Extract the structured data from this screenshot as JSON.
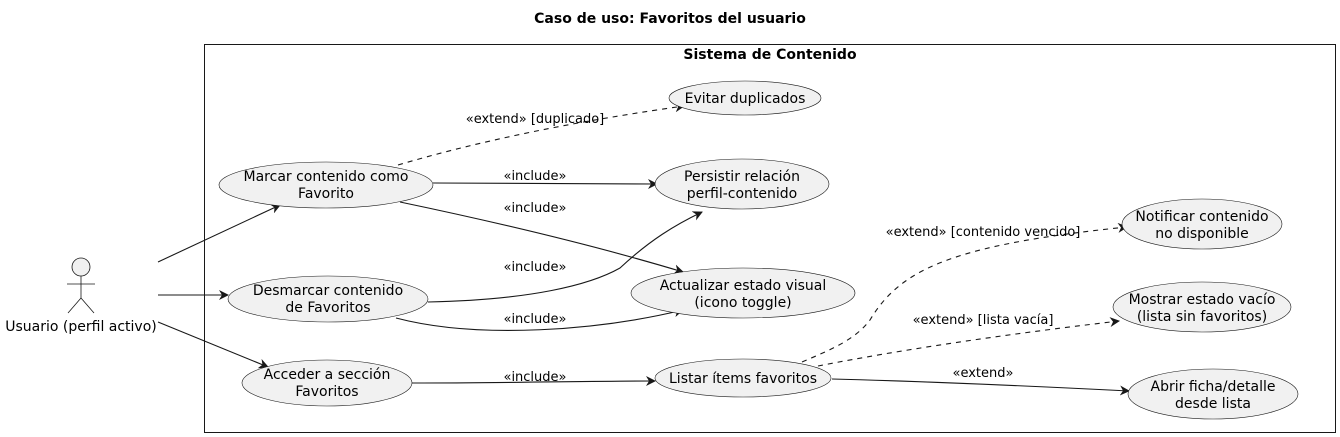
{
  "diagram": {
    "title": "Caso de uso: Favoritos del usuario",
    "system_title": "Sistema de Contenido",
    "actor": {
      "label": "Usuario (perfil activo)"
    },
    "use_cases": {
      "marcar": [
        "Marcar contenido como",
        "Favorito"
      ],
      "desmarcar": [
        "Desmarcar contenido",
        "de Favoritos"
      ],
      "acceder": [
        "Acceder a sección",
        "Favoritos"
      ],
      "evitar": [
        "Evitar duplicados"
      ],
      "persistir": [
        "Persistir relación",
        "perfil-contenido"
      ],
      "actualizar": [
        "Actualizar estado visual",
        "(icono toggle)"
      ],
      "listar": [
        "Listar ítems favoritos"
      ],
      "notificar": [
        "Notificar contenido",
        "no disponible"
      ],
      "mostrar": [
        "Mostrar estado vacío",
        "(lista sin favoritos)"
      ],
      "abrir": [
        "Abrir ficha/detalle",
        "desde lista"
      ]
    },
    "edge_labels": {
      "extend_duplicado": "«extend» [duplicado]",
      "include_marcar_persistir": "«include»",
      "include_marcar_actualizar": "«include»",
      "include_desmarcar_persistir": "«include»",
      "include_desmarcar_actualizar": "«include»",
      "include_acceder_listar": "«include»",
      "extend_vencido": "«extend» [contenido vencido]",
      "extend_vacia": "«extend» [lista vacía]",
      "extend_abrir": "«extend»"
    },
    "colors": {
      "use_case_fill": "#f1f1f1",
      "stroke": "#181818"
    }
  }
}
